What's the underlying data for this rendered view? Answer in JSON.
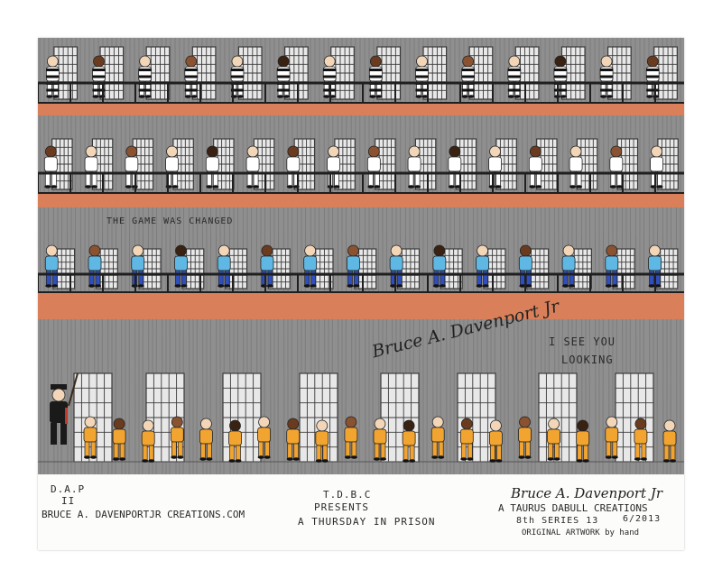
{
  "colors": {
    "wall": "#8f8f8f",
    "wall_dark": "#6e6e6e",
    "walkway": "#d9805a",
    "railing": "#1f1f1f",
    "bars": "#3a3a3a",
    "stripes": "#111111",
    "white_uniform": "#ffffff",
    "blue_uniform": "#5fb8e3",
    "blue_pants": "#2f4fbf",
    "orange_uniform": "#f2a431",
    "guard": "#1a1a1a"
  },
  "scene": {
    "tiers": [
      {
        "name": "striped-tier",
        "uniform": "striped",
        "inmates": 14
      },
      {
        "name": "white-tier",
        "uniform": "white",
        "inmates": 16
      },
      {
        "name": "blue-tier",
        "uniform": "blue",
        "inmates": 15
      },
      {
        "name": "orange-line",
        "uniform": "orange",
        "inmates": 21
      }
    ]
  },
  "annotations": {
    "game_changed": "THE GAME WAS CHANGED",
    "center_signature": "Bruce A. Davenport Jr",
    "see_you_line1": "I SEE YOU",
    "see_you_line2": "LOOKING"
  },
  "caption": {
    "left_line1": "D.A.P",
    "left_line2": "II",
    "left_line3": "BRUCE A. DAVENPORTJR CREATIONS.COM",
    "center_line1": "T.D.B.C",
    "center_line2": "PRESENTS",
    "center_line3": "A THURSDAY IN PRISON",
    "right_signature": "Bruce A. Davenport Jr",
    "right_line2": "A TAURUS DABULL CREATIONS",
    "right_line3": "8th SERIES 13",
    "right_date": "6/2013",
    "right_line4": "ORIGINAL ARTWORK by hand"
  }
}
